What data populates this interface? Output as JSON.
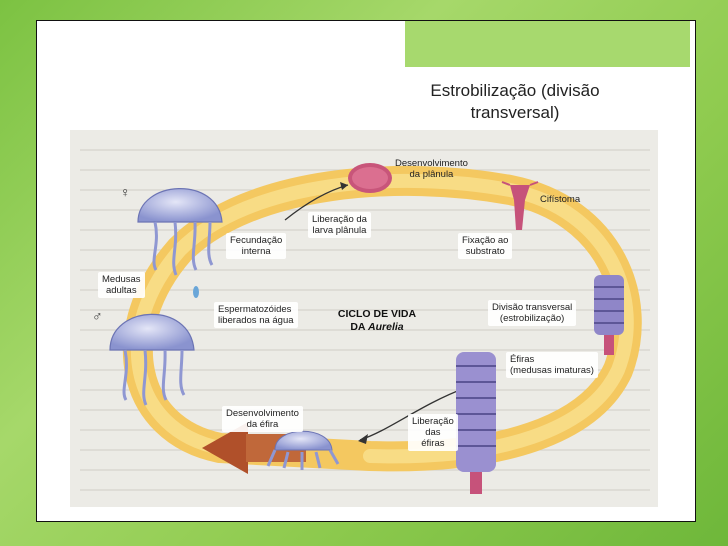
{
  "slide": {
    "title_line1": "Estrobilização (divisão",
    "title_line2": "transversal)"
  },
  "diagram": {
    "center_title_line1": "CICLO DE VIDA",
    "center_title_line2": "DA",
    "center_title_genus": "Aurelia",
    "female_symbol": "♀",
    "male_symbol": "♂",
    "labels": {
      "desenvolvimento_planula": [
        "Desenvolvimento",
        "da plânula"
      ],
      "cifistoma": [
        "Cifístoma"
      ],
      "liberacao_larva": [
        "Liberação da",
        "larva plânula"
      ],
      "fecundacao": [
        "Fecundação",
        "interna"
      ],
      "fixacao": [
        "Fixação ao",
        "substrato"
      ],
      "medusas_adultas": [
        "Medusas",
        "adultas"
      ],
      "espermatozoides": [
        "Espermatozóides",
        "liberados na água"
      ],
      "divisao_transversal": [
        "Divisão transversal",
        "(estrobilização)"
      ],
      "efiras": [
        "Éfiras",
        "(medusas imaturas)"
      ],
      "desenvolvimento_efira": [
        "Desenvolvimento",
        "da éfira"
      ],
      "liberacao_efiras": [
        "Liberação",
        "das",
        "éfiras"
      ]
    }
  },
  "colors": {
    "background_green": "#8fcb4f",
    "accent_tab": "#a7d96e",
    "cycle_arrow": "#f4c24a",
    "cycle_arrow_tip": "#b0502a",
    "medusa": "#9aa3d8",
    "planula": "#c8557a"
  }
}
